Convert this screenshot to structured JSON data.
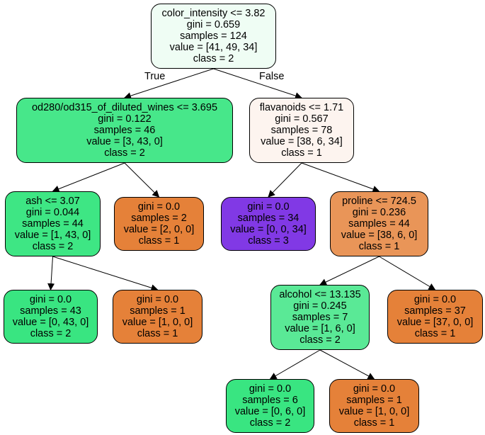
{
  "tree": {
    "nodes": [
      {
        "id": "n0",
        "lines": [
          "color_intensity <= 3.82",
          "gini = 0.659",
          "samples = 124",
          "value = [41, 49, 34]",
          "class = 2"
        ],
        "fill": "#effdf4"
      },
      {
        "id": "n1",
        "lines": [
          "od280/od315_of_diluted_wines <= 3.695",
          "gini = 0.122",
          "samples = 46",
          "value = [3, 43, 0]",
          "class = 2"
        ],
        "fill": "#47e78a"
      },
      {
        "id": "n2",
        "lines": [
          "flavanoids <= 1.71",
          "gini = 0.567",
          "samples = 78",
          "value = [38, 6, 34]",
          "class = 1"
        ],
        "fill": "#fdf4ef"
      },
      {
        "id": "n3",
        "lines": [
          "ash <= 3.07",
          "gini = 0.044",
          "samples = 44",
          "value = [1, 43, 0]",
          "class = 2"
        ],
        "fill": "#3ee684"
      },
      {
        "id": "n4",
        "lines": [
          "gini = 0.0",
          "samples = 2",
          "value = [2, 0, 0]",
          "class = 1"
        ],
        "fill": "#e58139"
      },
      {
        "id": "n5",
        "lines": [
          "gini = 0.0",
          "samples = 34",
          "value = [0, 0, 34]",
          "class = 3"
        ],
        "fill": "#8139e5"
      },
      {
        "id": "n6",
        "lines": [
          "proline <= 724.5",
          "gini = 0.236",
          "samples = 44",
          "value = [38, 6, 0]",
          "class = 1"
        ],
        "fill": "#e99558"
      },
      {
        "id": "n7",
        "lines": [
          "gini = 0.0",
          "samples = 43",
          "value = [0, 43, 0]",
          "class = 2"
        ],
        "fill": "#39e581"
      },
      {
        "id": "n8",
        "lines": [
          "gini = 0.0",
          "samples = 1",
          "value = [1, 0, 0]",
          "class = 1"
        ],
        "fill": "#e58139"
      },
      {
        "id": "n9",
        "lines": [
          "alcohol <= 13.135",
          "gini = 0.245",
          "samples = 7",
          "value = [1, 6, 0]",
          "class = 2"
        ],
        "fill": "#5ae996"
      },
      {
        "id": "n10",
        "lines": [
          "gini = 0.0",
          "samples = 37",
          "value = [37, 0, 0]",
          "class = 1"
        ],
        "fill": "#e58139"
      },
      {
        "id": "n11",
        "lines": [
          "gini = 0.0",
          "samples = 6",
          "value = [0, 6, 0]",
          "class = 2"
        ],
        "fill": "#39e581"
      },
      {
        "id": "n12",
        "lines": [
          "gini = 0.0",
          "samples = 1",
          "value = [1, 0, 0]",
          "class = 1"
        ],
        "fill": "#e58139"
      }
    ],
    "edges": [
      {
        "from": "n0",
        "to": "n1",
        "label": "True"
      },
      {
        "from": "n0",
        "to": "n2",
        "label": "False"
      },
      {
        "from": "n1",
        "to": "n3"
      },
      {
        "from": "n1",
        "to": "n4"
      },
      {
        "from": "n2",
        "to": "n5"
      },
      {
        "from": "n2",
        "to": "n6"
      },
      {
        "from": "n3",
        "to": "n7"
      },
      {
        "from": "n3",
        "to": "n8"
      },
      {
        "from": "n6",
        "to": "n9"
      },
      {
        "from": "n6",
        "to": "n10"
      },
      {
        "from": "n9",
        "to": "n11"
      },
      {
        "from": "n9",
        "to": "n12"
      }
    ]
  }
}
